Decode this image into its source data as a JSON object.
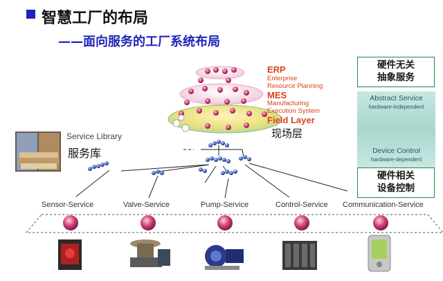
{
  "header": {
    "title": "智慧工厂的布局",
    "subtitle": "——面向服务的工厂系统布局"
  },
  "pyramid": {
    "erp_title": "ERP",
    "erp_desc_1": "Enterprise",
    "erp_desc_2": "Resource Planning",
    "mes_title": "MES",
    "mes_desc_1": "Manufacturing",
    "mes_desc_2": "Execution System",
    "field_title": "Field Layer",
    "field_cn": "现场层"
  },
  "library": {
    "label_en": "Service Library",
    "label_cn": "服务库"
  },
  "right_panel": {
    "top_box_line1": "硬件无关",
    "top_box_line2": "抽象服务",
    "abstract_title": "Abstract Service",
    "abstract_sub": "hardware-independent",
    "device_title": "Device Control",
    "device_sub": "hardware-dependent",
    "bottom_box_line1": "硬件相关",
    "bottom_box_line2": "设备控制"
  },
  "services": [
    {
      "label": "Sensor-Service"
    },
    {
      "label": "Valve-Service"
    },
    {
      "label": "Pump-Service"
    },
    {
      "label": "Control-Service"
    },
    {
      "label": "Communication-Service"
    }
  ],
  "colors": {
    "accent_blue": "#1f24b8",
    "accent_red": "#d9421b",
    "box_border": "#1a8a4a",
    "panel_teal": "#a9d6ce"
  }
}
